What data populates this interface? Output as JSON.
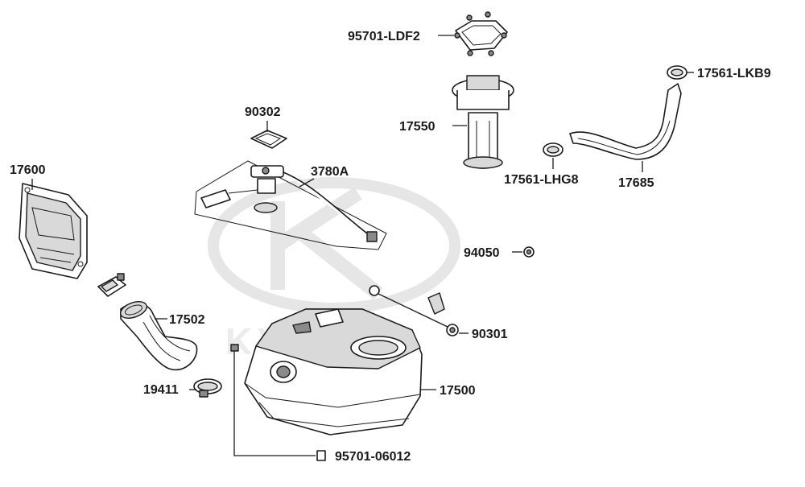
{
  "diagram": {
    "watermark_text": "KYMCO",
    "parts": [
      {
        "id": "cap-17600",
        "number": "17600"
      },
      {
        "id": "clip-unlabeled",
        "number": ""
      },
      {
        "id": "tube-17502",
        "number": "17502"
      },
      {
        "id": "clamp-19411",
        "number": "19411"
      },
      {
        "id": "gasket-90302",
        "number": "90302"
      },
      {
        "id": "sender-3780A",
        "number": "3780A"
      },
      {
        "id": "ring-95701-LDF2",
        "number": "95701-LDF2"
      },
      {
        "id": "pump-17550",
        "number": "17550"
      },
      {
        "id": "clamp-17561-LKB9",
        "number": "17561-LKB9"
      },
      {
        "id": "clamp-17561-LHG8",
        "number": "17561-LHG8"
      },
      {
        "id": "hose-17685",
        "number": "17685"
      },
      {
        "id": "nut-94050",
        "number": "94050"
      },
      {
        "id": "nut-90301",
        "number": "90301"
      },
      {
        "id": "tank-17500",
        "number": "17500"
      },
      {
        "id": "bolt-95701-06012",
        "number": "95701-06012"
      }
    ]
  }
}
